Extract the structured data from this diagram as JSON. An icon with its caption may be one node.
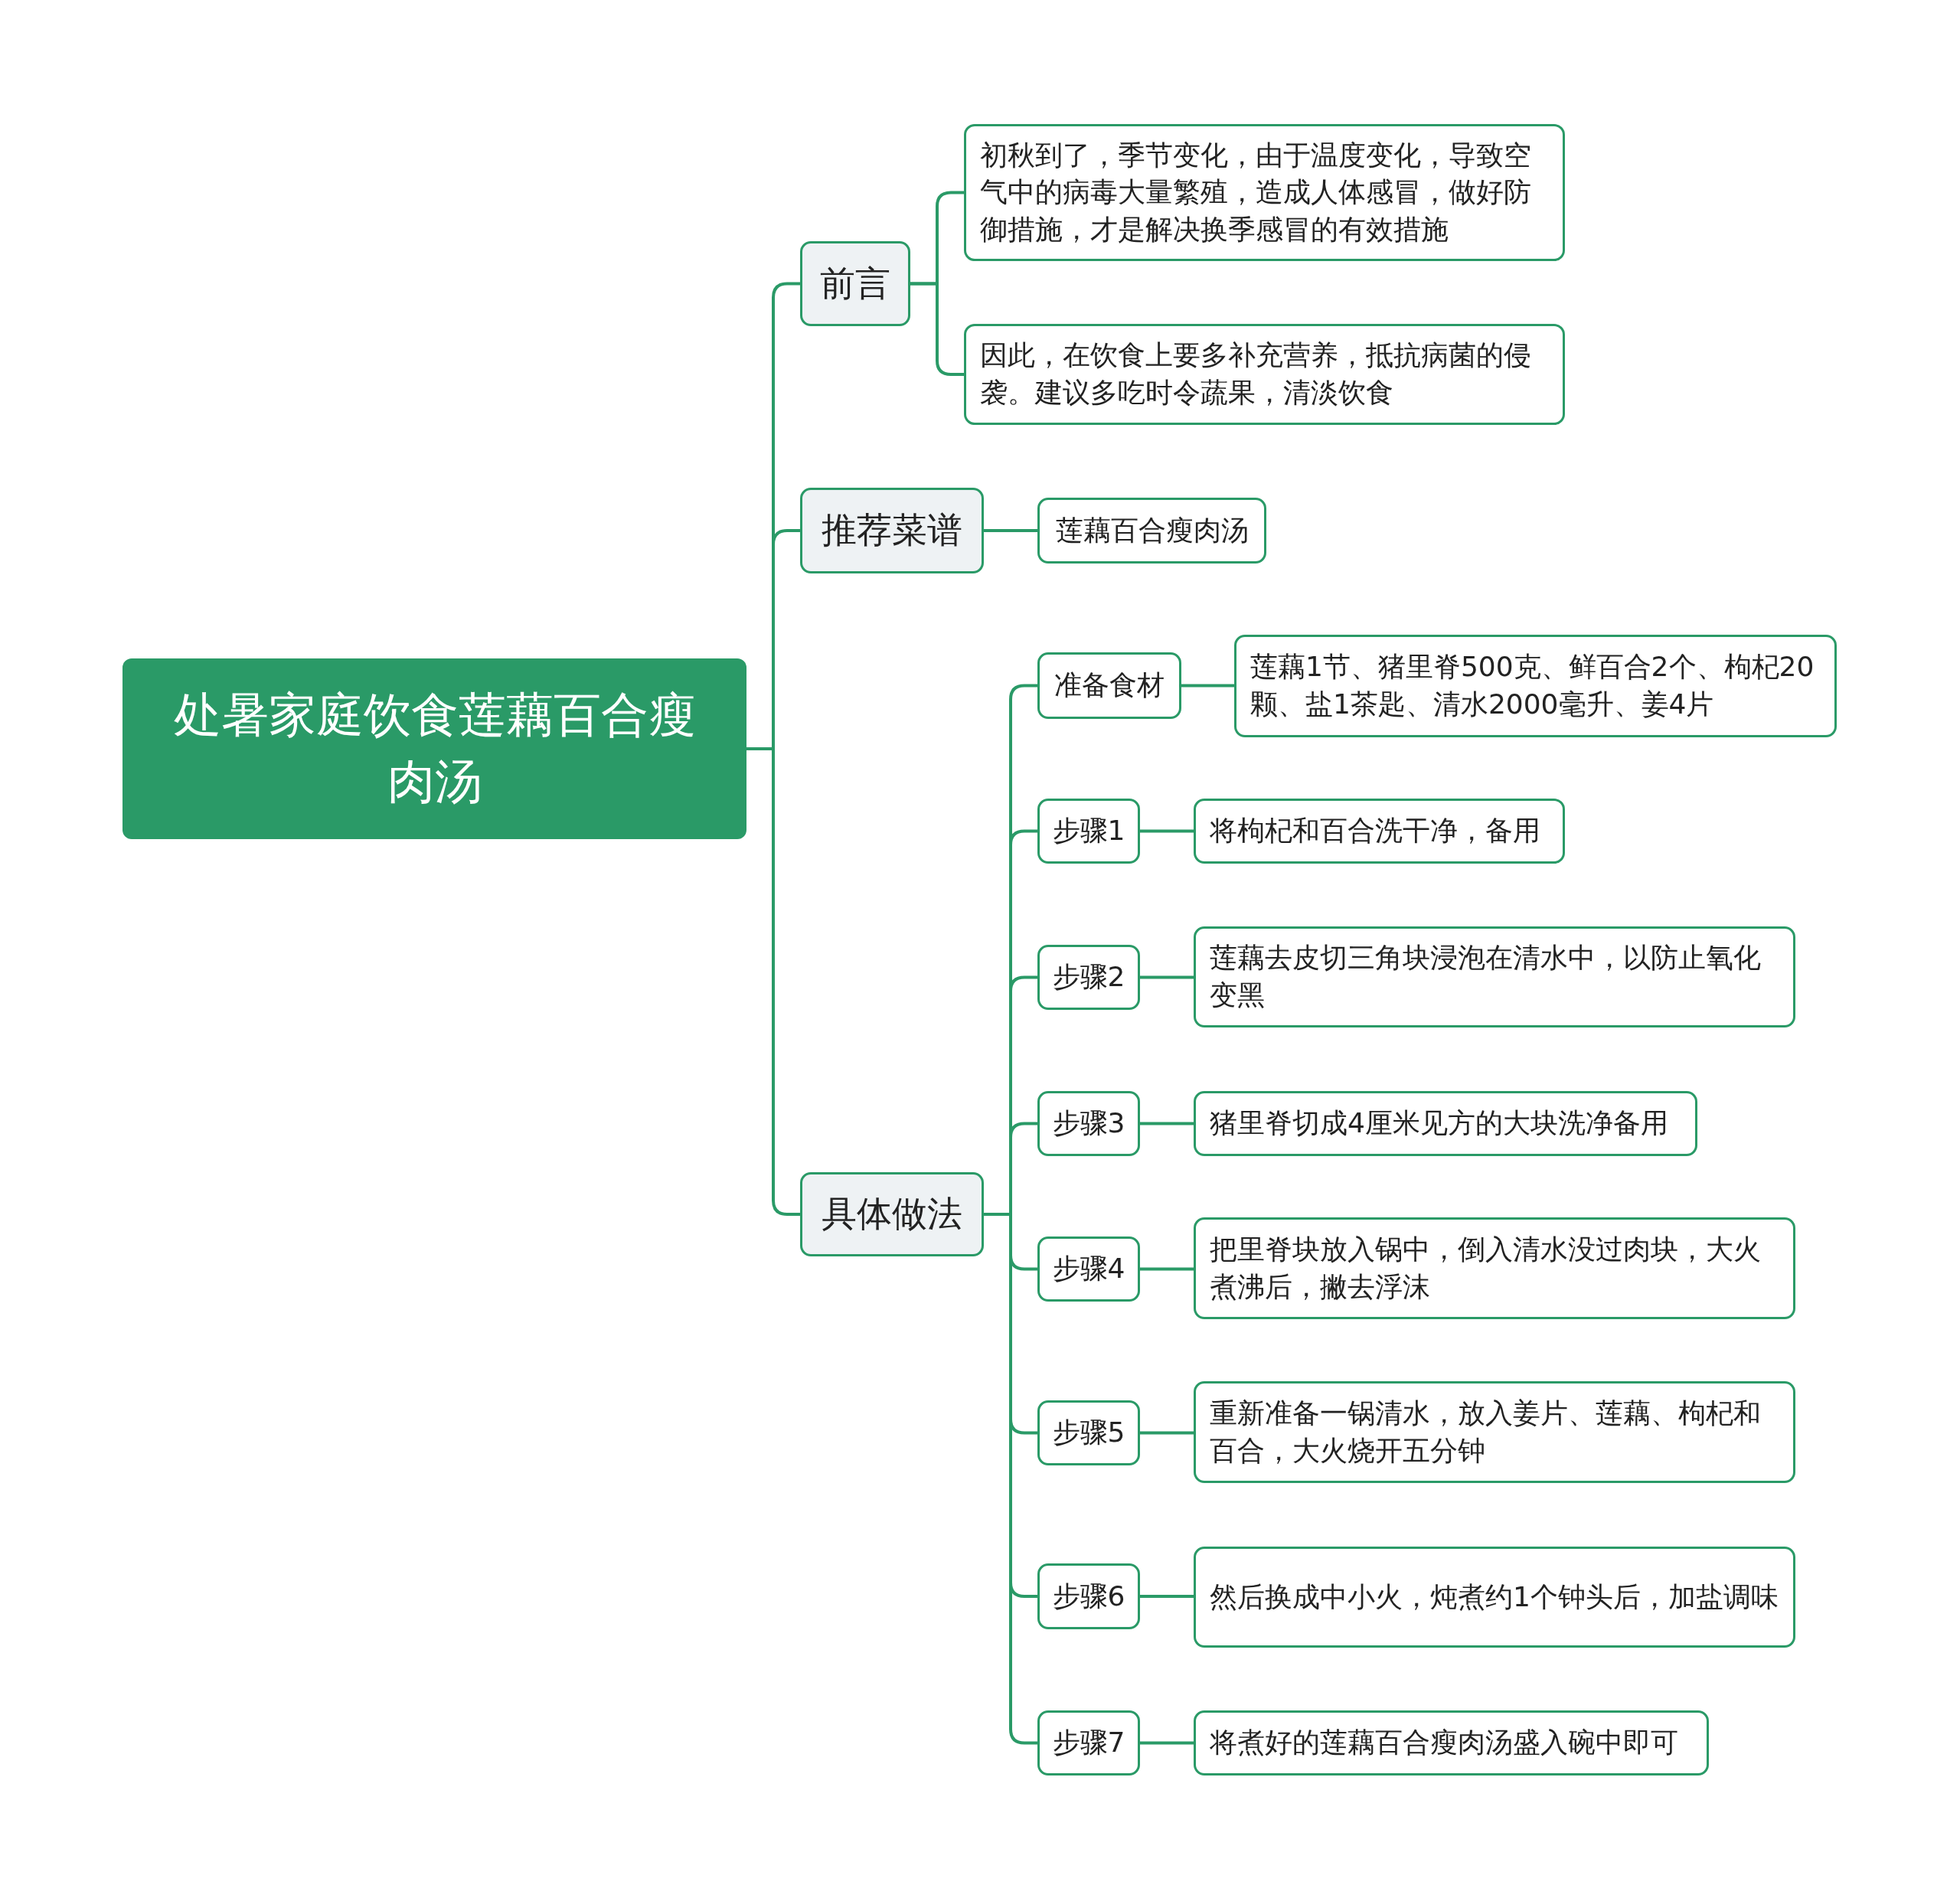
{
  "diagram": {
    "nodes": [
      {
        "text": [
          "处暑家庭饮食莲藕百合瘦肉汤"
        ]
      },
      {
        "text": [
          "前言"
        ]
      },
      {
        "text": [
          "初秋到了，季节变化，由于温度变化，导致空气中的病毒大量繁殖，造成人体感冒，做好防御措施，才是解决换季感冒的有效措施"
        ]
      },
      {
        "text": [
          "因此，在饮食上要多补充营养，抵抗病菌的侵袭。建议多吃时令蔬果，清淡饮食"
        ]
      },
      {
        "text": [
          "推荐菜谱"
        ]
      },
      {
        "text": [
          "莲藕百合瘦肉汤"
        ]
      },
      {
        "text": [
          "具体做法"
        ]
      },
      {
        "text": [
          "准备食材"
        ]
      },
      {
        "text": [
          "莲藕1节、猪里脊500克、鲜百合2个、枸杞20颗、盐1茶匙、清水2000毫升、姜4片"
        ]
      },
      {
        "text": [
          "步骤1"
        ]
      },
      {
        "text": [
          "将枸杞和百合洗干净，备用"
        ]
      },
      {
        "text": [
          "步骤2"
        ]
      },
      {
        "text": [
          "莲藕去皮切三角块浸泡在清水中，以防止氧化变黑"
        ]
      },
      {
        "text": [
          "步骤3"
        ]
      },
      {
        "text": [
          "猪里脊切成4厘米见方的大块洗净备用"
        ]
      },
      {
        "text": [
          "步骤4"
        ]
      },
      {
        "text": [
          "把里脊块放入锅中，倒入清水没过肉块，大火煮沸后，撇去浮沫"
        ]
      },
      {
        "text": [
          "步骤5"
        ]
      },
      {
        "text": [
          "重新准备一锅清水，放入姜片、莲藕、枸杞和百合，大火烧开五分钟"
        ]
      },
      {
        "text": [
          "步骤6"
        ]
      },
      {
        "text": [
          "然后换成中小火，炖煮约1个钟头后，加盐调味"
        ]
      },
      {
        "text": [
          "步骤7"
        ]
      },
      {
        "text": [
          "将煮好的莲藕百合瘦肉汤盛入碗中即可"
        ]
      }
    ],
    "edges": [
      {
        "from": 0,
        "to": 1,
        "arrow": "none"
      },
      {
        "from": 0,
        "to": 4,
        "arrow": "none"
      },
      {
        "from": 0,
        "to": 6,
        "arrow": "none"
      },
      {
        "from": 1,
        "to": 2,
        "arrow": "none"
      },
      {
        "from": 1,
        "to": 3,
        "arrow": "none"
      },
      {
        "from": 4,
        "to": 5,
        "arrow": "none"
      },
      {
        "from": 6,
        "to": 7,
        "arrow": "none"
      },
      {
        "from": 6,
        "to": 9,
        "arrow": "none"
      },
      {
        "from": 6,
        "to": 11,
        "arrow": "none"
      },
      {
        "from": 6,
        "to": 13,
        "arrow": "none"
      },
      {
        "from": 6,
        "to": 15,
        "arrow": "none"
      },
      {
        "from": 6,
        "to": 17,
        "arrow": "none"
      },
      {
        "from": 6,
        "to": 19,
        "arrow": "none"
      },
      {
        "from": 6,
        "to": 21,
        "arrow": "none"
      },
      {
        "from": 7,
        "to": 8,
        "arrow": "none"
      },
      {
        "from": 9,
        "to": 10,
        "arrow": "none"
      },
      {
        "from": 11,
        "to": 12,
        "arrow": "none"
      },
      {
        "from": 13,
        "to": 14,
        "arrow": "none"
      },
      {
        "from": 15,
        "to": 16,
        "arrow": "none"
      },
      {
        "from": 17,
        "to": 18,
        "arrow": "none"
      },
      {
        "from": 19,
        "to": 20,
        "arrow": "none"
      },
      {
        "from": 21,
        "to": 22,
        "arrow": "none"
      }
    ]
  }
}
